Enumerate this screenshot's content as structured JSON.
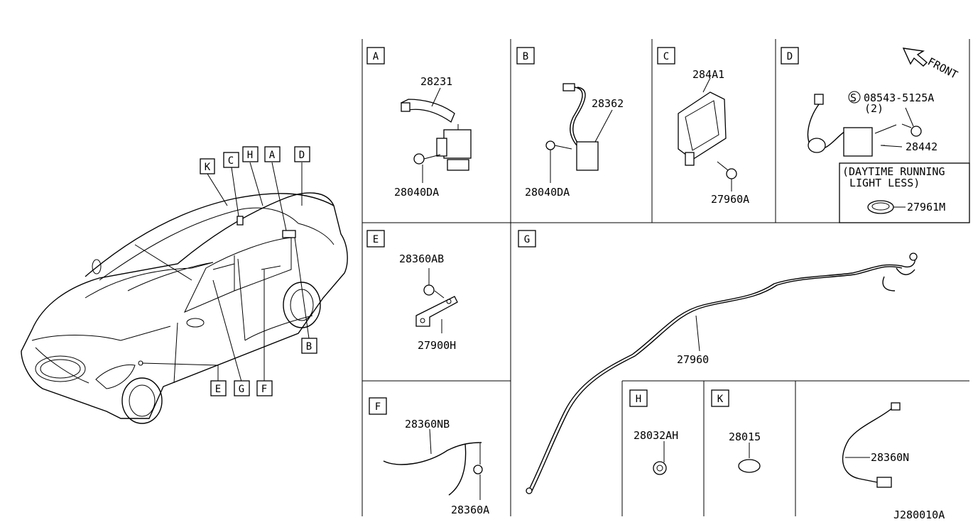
{
  "car_callouts": {
    "K": "K",
    "C": "C",
    "H": "H",
    "A": "A",
    "D": "D",
    "B": "B",
    "E": "E",
    "G": "G",
    "F": "F"
  },
  "panels": {
    "A": {
      "letter": "A",
      "parts": [
        "28231",
        "28040DA"
      ]
    },
    "B": {
      "letter": "B",
      "parts": [
        "28362",
        "28040DA"
      ]
    },
    "C": {
      "letter": "C",
      "parts": [
        "284A1",
        "27960A"
      ]
    },
    "D": {
      "letter": "D",
      "front": "FRONT",
      "bolt_symbol": "S",
      "bolt_part": "08543-5125A",
      "bolt_qty": "(2)",
      "part": "28442",
      "note_line1": "(DAYTIME RUNNING",
      "note_line2": "LIGHT LESS)",
      "note_part": "27961M"
    },
    "E": {
      "letter": "E",
      "parts": [
        "28360AB",
        "27900H"
      ]
    },
    "F": {
      "letter": "F",
      "parts": [
        "28360NB",
        "28360A"
      ]
    },
    "G": {
      "letter": "G",
      "parts": [
        "27960"
      ]
    },
    "H": {
      "letter": "H",
      "parts": [
        "28032AH"
      ]
    },
    "K": {
      "letter": "K",
      "parts": [
        "28015"
      ]
    },
    "N": {
      "parts": [
        "28360N"
      ]
    }
  },
  "diagram_code": "J280010A"
}
